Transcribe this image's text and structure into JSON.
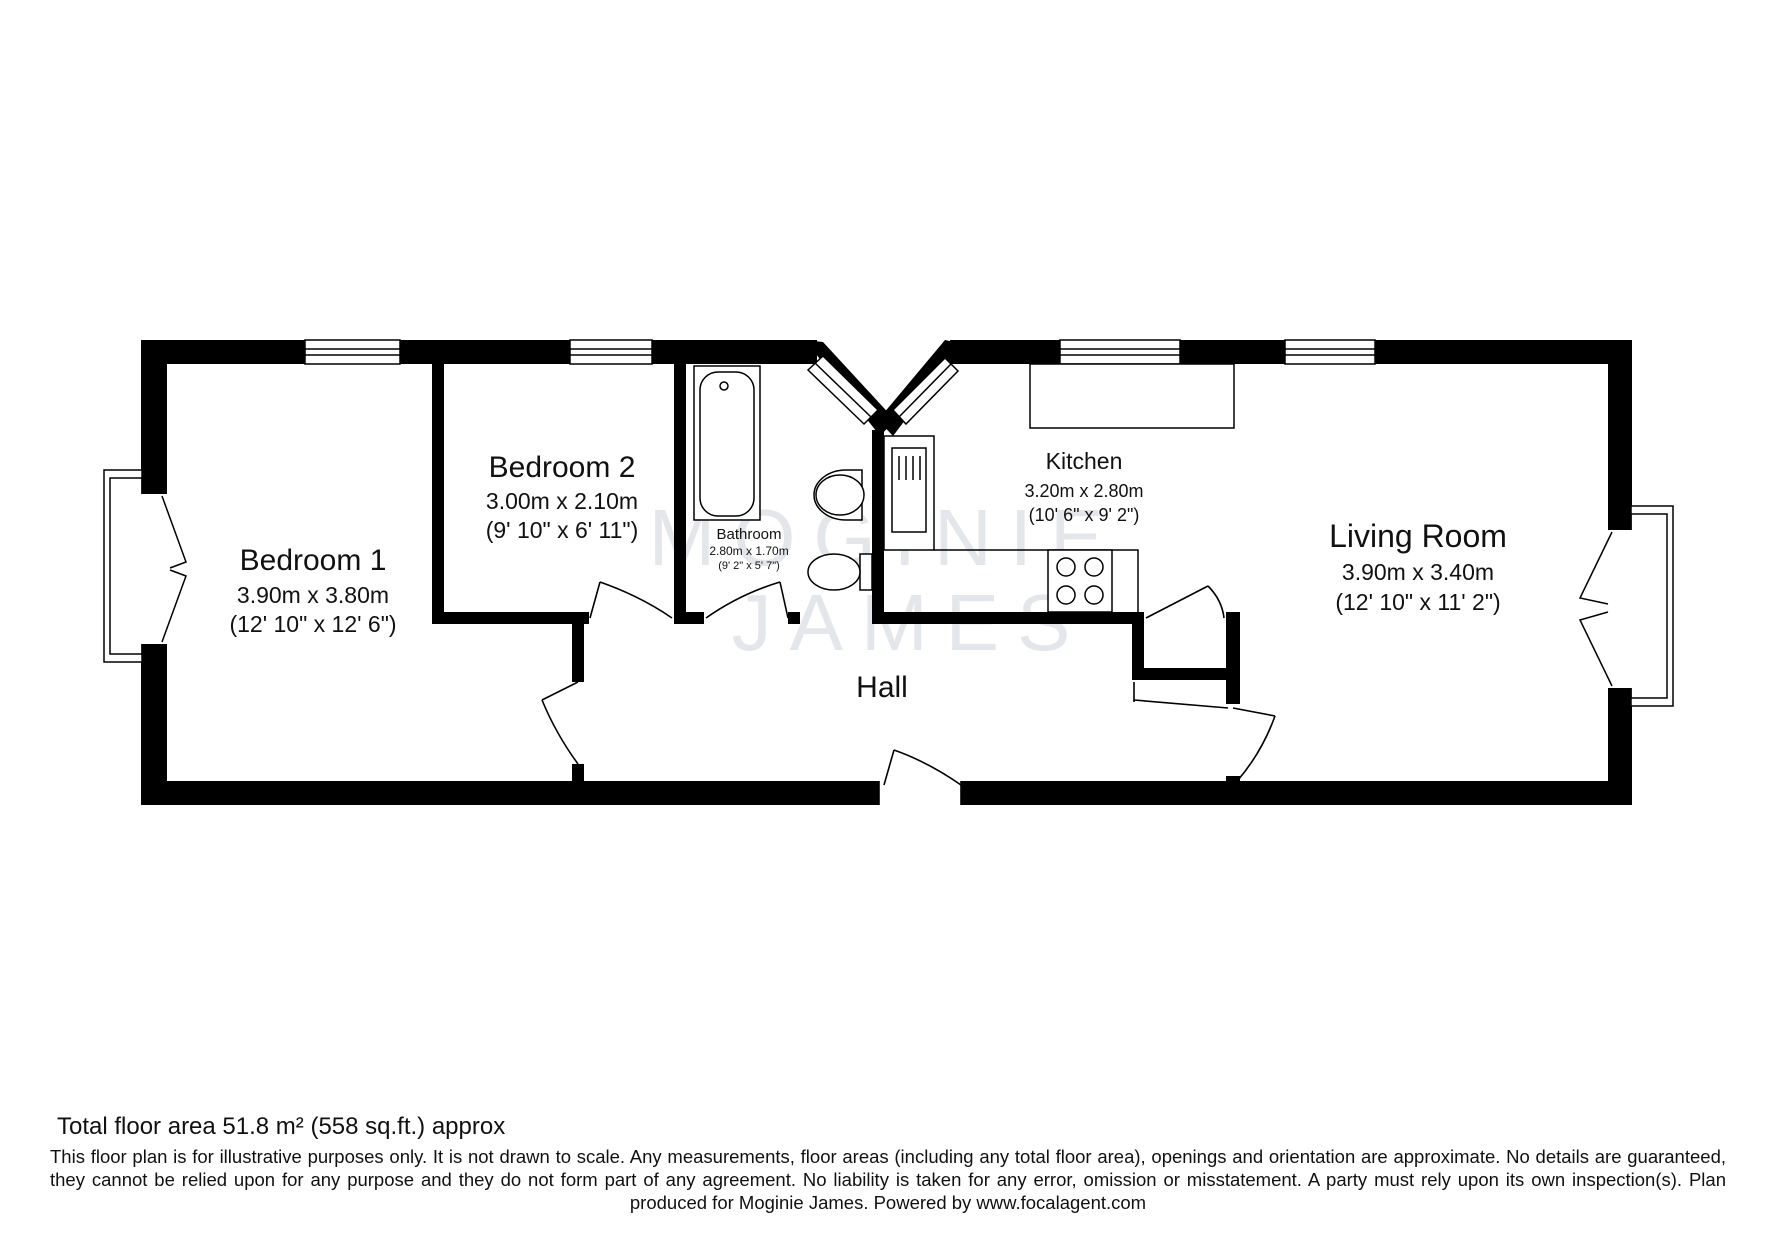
{
  "watermark": {
    "line1": "MOGINIE",
    "line2": "JAMES"
  },
  "rooms": {
    "bedroom1": {
      "name": "Bedroom 1",
      "metric": "3.90m x 3.80m",
      "imperial": "(12' 10\" x 12' 6\")"
    },
    "bedroom2": {
      "name": "Bedroom 2",
      "metric": "3.00m x 2.10m",
      "imperial": "(9' 10\" x 6' 11\")"
    },
    "bathroom": {
      "name": "Bathroom",
      "metric": "2.80m x 1.70m",
      "imperial": "(9' 2\" x 5' 7\")"
    },
    "kitchen": {
      "name": "Kitchen",
      "metric": "3.20m x 2.80m",
      "imperial": "(10' 6\" x 9' 2\")"
    },
    "living_room": {
      "name": "Living Room",
      "metric": "3.90m x 3.40m",
      "imperial": "(12' 10\" x 11' 2\")"
    },
    "hall": {
      "name": "Hall"
    }
  },
  "footer": {
    "total_area": "Total floor area 51.8 m² (558 sq.ft.) approx",
    "disclaimer": "This floor plan is for illustrative purposes only. It is not drawn to scale. Any measurements, floor areas (including any total floor area), openings and orientation are approximate. No details are guaranteed, they cannot be relied upon for any purpose and they do not form part of any agreement. No liability is taken for any error, omission or misstatement. A party must rely upon its own inspection(s). Plan produced for Moginie James. Powered by www.focalagent.com"
  }
}
